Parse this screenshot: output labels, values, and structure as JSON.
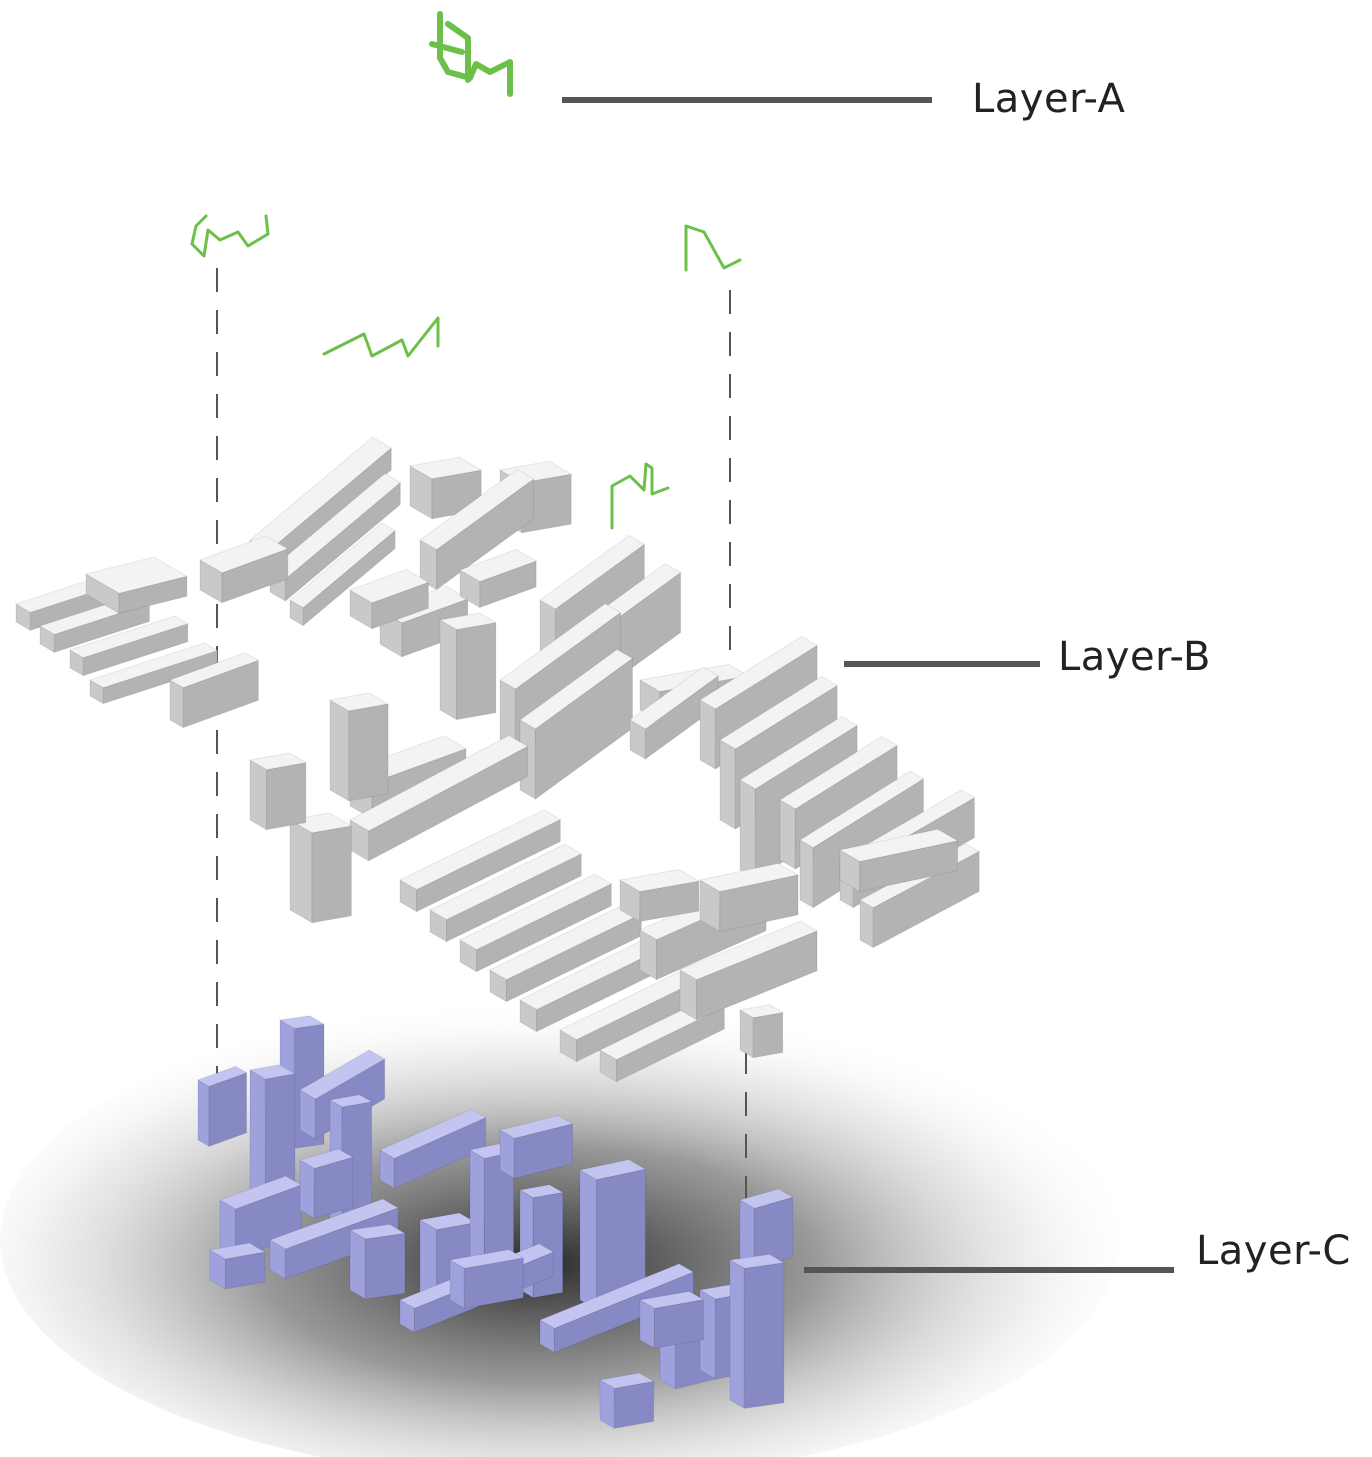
{
  "labels": {
    "layer_a": "Layer-A",
    "layer_b": "Layer-B",
    "layer_c": "Layer-C"
  },
  "colors": {
    "layer_a": "#6cc04a",
    "layer_b": "#d9d9d9",
    "layer_c": "#a7aadf",
    "leader_line": "#555555",
    "dashed_guide": "#555555",
    "shadow": "#2a2a2a"
  }
}
